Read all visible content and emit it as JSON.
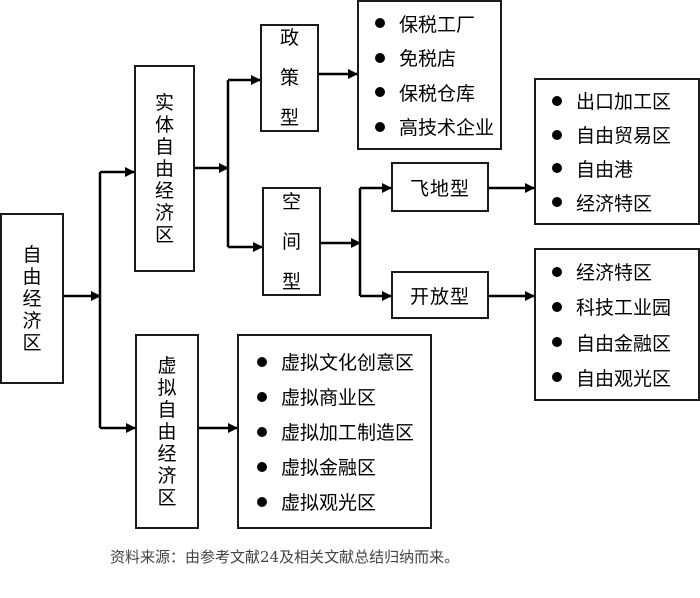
{
  "diagram": {
    "root": {
      "label_chars": [
        "自",
        "由",
        "经",
        "济",
        "区"
      ],
      "label": "自由经济区"
    },
    "physical": {
      "label_chars": [
        "实",
        "体",
        "自",
        "由",
        "经",
        "济",
        "区"
      ],
      "label": "实体自由经济区",
      "policy": {
        "label_chars": [
          "政",
          "策",
          "型"
        ],
        "label": "政策型",
        "items": [
          "保税工厂",
          "免税店",
          "保税仓库",
          "高技术企业"
        ]
      },
      "spatial": {
        "label_chars": [
          "空",
          "间",
          "型"
        ],
        "label": "空间型",
        "enclave": {
          "label": "飞地型",
          "items": [
            "出口加工区",
            "自由贸易区",
            "自由港",
            "经济特区"
          ]
        },
        "open": {
          "label": "开放型",
          "items": [
            "经济特区",
            "科技工业园",
            "自由金融区",
            "自由观光区"
          ]
        }
      }
    },
    "virtual": {
      "label_chars": [
        "虚",
        "拟",
        "自",
        "由",
        "经",
        "济",
        "区"
      ],
      "label": "虚拟自由经济区",
      "items": [
        "虚拟文化创意区",
        "虚拟商业区",
        "虚拟加工制造区",
        "虚拟金融区",
        "虚拟观光区"
      ]
    },
    "caption": "资料来源：由参考文献24及相关文献总结归纳而来。"
  }
}
